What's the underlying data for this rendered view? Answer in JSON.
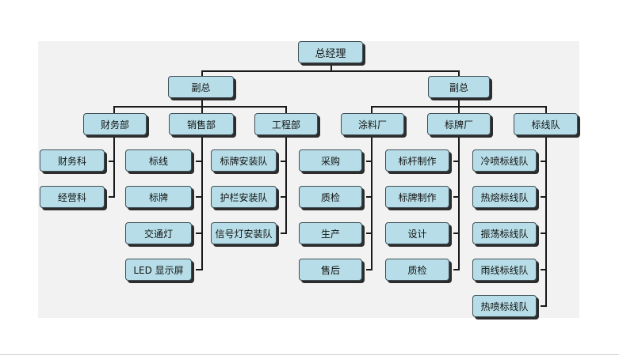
{
  "org_chart": {
    "root": "总经理",
    "deputies": [
      "副总",
      "副总"
    ],
    "departments": {
      "finance": "财务部",
      "sales": "销售部",
      "engineering": "工程部",
      "coating": "涂料厂",
      "sign_factory": "标牌厂",
      "marking_team": "标线队"
    },
    "units": {
      "finance": [
        "财务科",
        "经营科"
      ],
      "sales": [
        "标线",
        "标牌",
        "交通灯",
        "LED 显示屏"
      ],
      "engineering": [
        "标牌安装队",
        "护栏安装队",
        "信号灯安装队"
      ],
      "coating": [
        "采购",
        "质检",
        "生产",
        "售后"
      ],
      "sign_factory": [
        "标杆制作",
        "标牌制作",
        "设计",
        "质检"
      ],
      "marking_team": [
        "冷喷标线队",
        "热熔标线队",
        "振荡标线队",
        "雨线标线队",
        "热喷标线队"
      ]
    }
  },
  "colors": {
    "node_fill": "#b7dee8",
    "line": "#1a1a1a",
    "panel": "#f2f2f2"
  }
}
